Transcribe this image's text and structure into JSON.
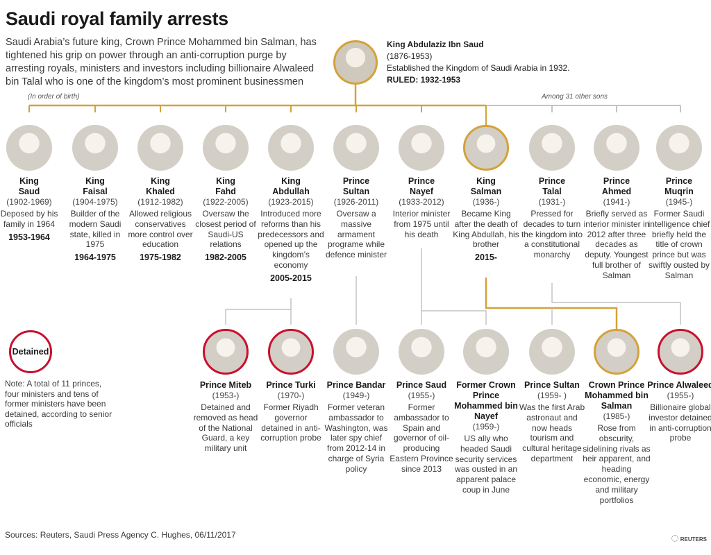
{
  "title": "Saudi royal family arrests",
  "intro": "Saudi Arabia’s future king, Crown Prince Mohammed bin Salman, has tightened his grip on power through an anti-corruption purge by arresting royals, ministers and investors including billionaire Alwaleed bin Talal who is one of the kingdom’s most prominent businessmen",
  "founder": {
    "name": "King Abdulaziz Ibn Saud",
    "years": "(1876-1953)",
    "desc": "Established the Kingdom of Saudi Arabia in 1932.",
    "ruled": "RULED: 1932-1953"
  },
  "notes": {
    "birth_order": "(In order of birth)",
    "other_sons": "Among 31 other sons"
  },
  "colors": {
    "gold": "#d4a23a",
    "detained_red": "#c8102e",
    "line_gray": "#c4c4c4"
  },
  "sons": [
    {
      "name1": "King",
      "name2": "Saud",
      "years": "(1902-1969)",
      "desc": "Deposed by his family in 1964",
      "reign": "1953-1964",
      "ring": "none"
    },
    {
      "name1": "King",
      "name2": "Faisal",
      "years": "(1904-1975)",
      "desc": "Builder of the modern Saudi state, killed in 1975",
      "reign": "1964-1975",
      "ring": "none"
    },
    {
      "name1": "King",
      "name2": "Khaled",
      "years": "(1912-1982)",
      "desc": "Allowed religious conservatives more control over education",
      "reign": "1975-1982",
      "ring": "none"
    },
    {
      "name1": "King",
      "name2": "Fahd",
      "years": "(1922-2005)",
      "desc": "Oversaw the closest period of Saudi-US relations",
      "reign": "1982-2005",
      "ring": "none"
    },
    {
      "name1": "King",
      "name2": "Abdullah",
      "years": "(1923-2015)",
      "desc": "Introduced more reforms than his predecessors and opened up the kingdom’s economy",
      "reign": "2005-2015",
      "ring": "none"
    },
    {
      "name1": "Prince",
      "name2": "Sultan",
      "years": "(1926-2011)",
      "desc": "Oversaw a massive armament programe while defence minister",
      "reign": "",
      "ring": "none"
    },
    {
      "name1": "Prince",
      "name2": "Nayef",
      "years": "(1933-2012)",
      "desc": "Interior minister from 1975 until his death",
      "reign": "",
      "ring": "none"
    },
    {
      "name1": "King",
      "name2": "Salman",
      "years": "(1936-)",
      "desc": "Became King after the death of King Abdullah, his brother",
      "reign": "2015-",
      "ring": "gold"
    },
    {
      "name1": "Prince",
      "name2": "Talal",
      "years": "(1931-)",
      "desc": "Pressed for decades to turn the kingdom into a constitutional monarchy",
      "reign": "",
      "ring": "none"
    },
    {
      "name1": "Prince",
      "name2": "Ahmed",
      "years": "(1941-)",
      "desc": "Briefly served as interior minister in 2012 after three decades as deputy. Youngest full brother of Salman",
      "reign": "",
      "ring": "none"
    },
    {
      "name1": "Prince",
      "name2": "Muqrin",
      "years": "(1945-)",
      "desc": "Former Saudi intelligence chief briefly held the title of crown prince but was swiftly ousted by Salman",
      "reign": "",
      "ring": "none"
    }
  ],
  "grandsons": [
    {
      "name": "Prince Miteb",
      "years": "(1953-)",
      "desc": "Detained and removed as head of the National Guard, a key military unit",
      "ring": "red"
    },
    {
      "name": "Prince Turki",
      "years": "(1970-)",
      "desc": "Former Riyadh governor detained in anti-corruption probe",
      "ring": "red"
    },
    {
      "name": "Prince Bandar",
      "years": "(1949-)",
      "desc": "Former veteran ambassador to Washington, was later spy chief from 2012-14 in charge of Syria policy",
      "ring": "none"
    },
    {
      "name": "Prince Saud",
      "years": "(1955-)",
      "desc": "Former ambassador to Spain and governor of oil-producing Eastern Province since 2013",
      "ring": "none"
    },
    {
      "name": "Former Crown Prince Mohammed bin Nayef",
      "years": "(1959-)",
      "desc": "US ally who headed Saudi security services was ousted in an apparent palace coup in June",
      "ring": "none"
    },
    {
      "name": "Prince Sultan",
      "years": "(1959- )",
      "desc": "Was the first Arab astronaut and now heads tourism and cultural heritage department",
      "ring": "none"
    },
    {
      "name": "Crown Prince Mohammed bin Salman",
      "years": "(1985-)",
      "desc": "Rose from obscurity, sidelining rivals as heir apparent, and heading economic, energy and military portfolios",
      "ring": "gold"
    },
    {
      "name": "Prince Alwaleed",
      "years": "(1955-)",
      "desc": "Billionaire global investor detained in anti-corruption probe",
      "ring": "red"
    }
  ],
  "legend": {
    "detained_label": "Detained",
    "note": "Note: A total of 11 princes, four ministers and tens of former ministers have been detained, according to senior officials"
  },
  "sources": "Sources: Reuters, Saudi Press Agency C. Hughes, 06/11/2017",
  "credit": "REUTERS"
}
